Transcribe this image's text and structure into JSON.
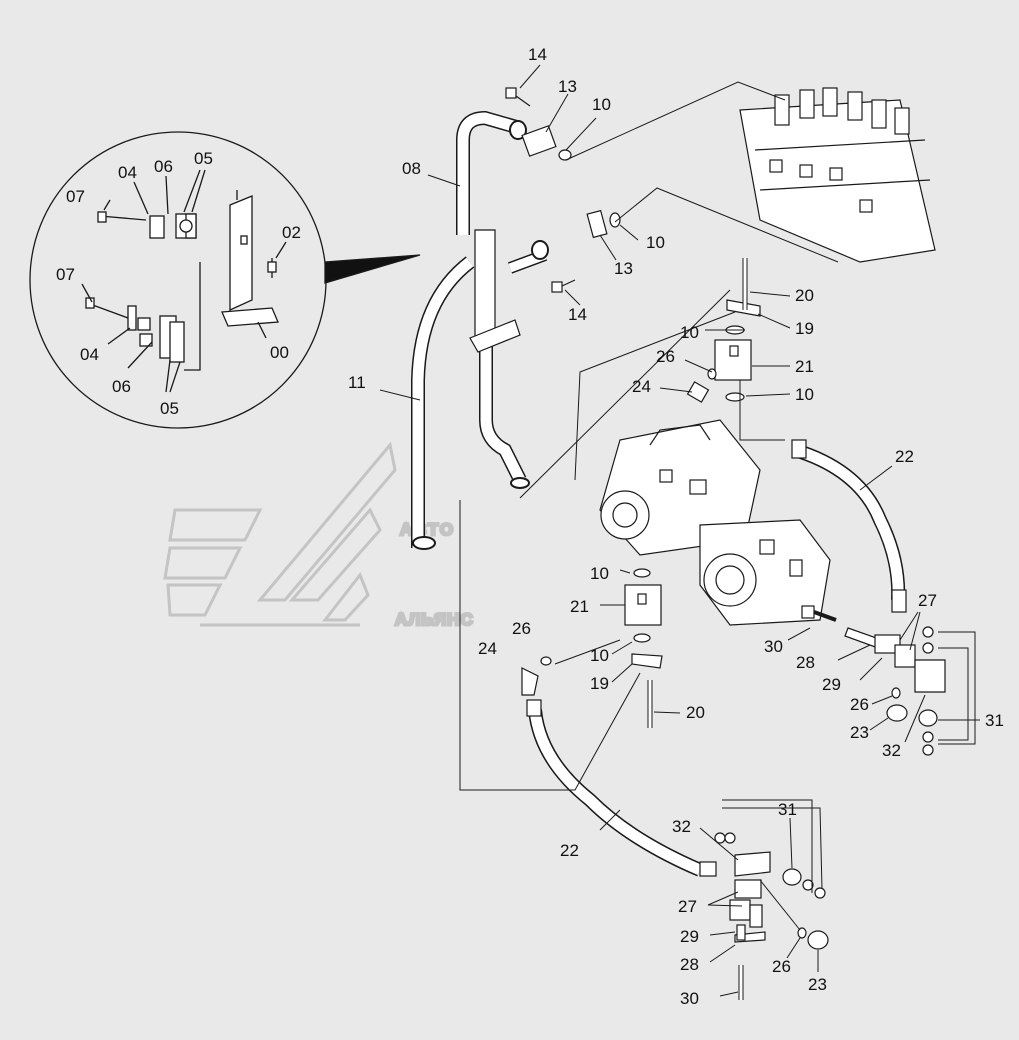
{
  "watermark": {
    "line1": "АВТО",
    "line2": "АЛЬЯНС",
    "color": "#c4c4c4"
  },
  "colors": {
    "background": "#e9e9e9",
    "line": "#1a1a1a",
    "part_fill": "#ffffff"
  },
  "callouts": {
    "c1": "14",
    "c2": "13",
    "c3": "10",
    "c4": "08",
    "c5": "10",
    "c6": "13",
    "c7": "14",
    "c8": "20",
    "c9": "19",
    "c10": "10",
    "c11": "26",
    "c12": "21",
    "c13": "24",
    "c14": "10",
    "c15": "11",
    "c16": "22",
    "c17": "10",
    "c18": "21",
    "c19": "26",
    "c20": "24",
    "c21": "10",
    "c22": "19",
    "c23": "20",
    "c24": "30",
    "c25": "27",
    "c26": "28",
    "c27": "29",
    "c28": "26",
    "c29": "23",
    "c30": "32",
    "c31": "31",
    "c32": "22",
    "c33": "32",
    "c34": "31",
    "c35": "27",
    "c36": "29",
    "c37": "28",
    "c38": "26",
    "c39": "23",
    "c40": "30"
  },
  "detail_callouts": {
    "d1": "07",
    "d2": "04",
    "d3": "06",
    "d4": "05",
    "d5": "02",
    "d6": "07",
    "d7": "04",
    "d8": "06",
    "d9": "05",
    "d10": "00"
  }
}
